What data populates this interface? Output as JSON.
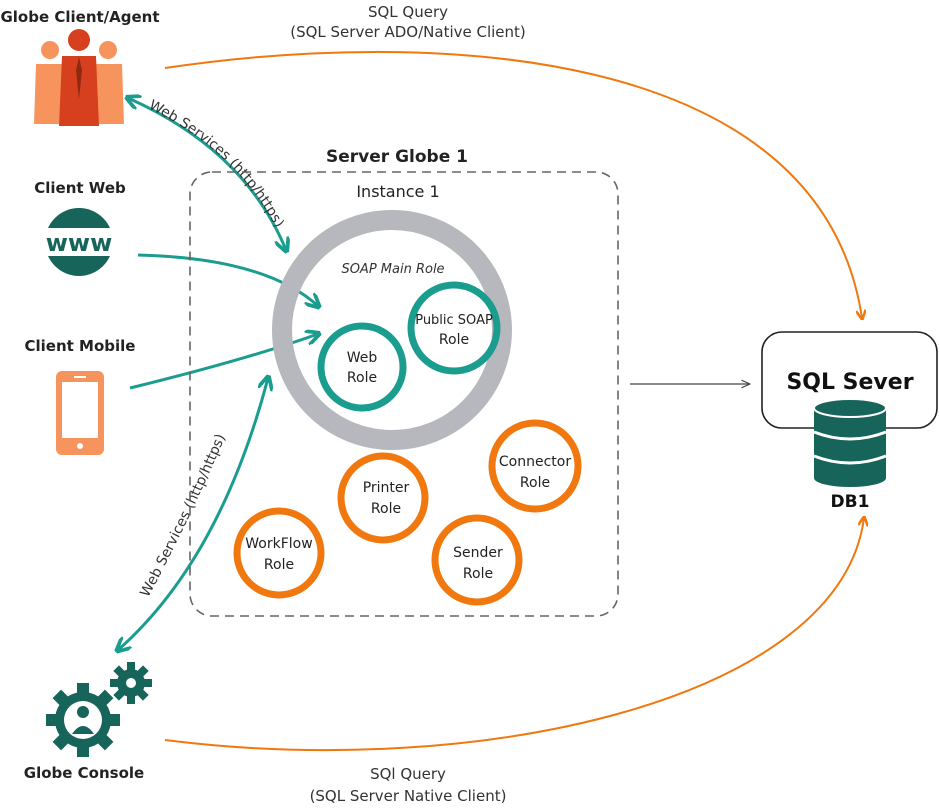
{
  "nodes": {
    "globe_client_agent": "Globe Client/Agent",
    "client_web": "Client Web",
    "client_web_icon_text": "www",
    "client_mobile": "Client Mobile",
    "globe_console": "Globe Console"
  },
  "edges": {
    "sql_query_top_line1": "SQL Query",
    "sql_query_top_line2": "(SQL Server ADO/Native Client)",
    "sql_query_bottom_line1": "SQl Query",
    "sql_query_bottom_line2": "(SQL Server Native Client)",
    "web_services_top": "Web Services (http/https)",
    "web_services_bottom": "Web Services (http/https)"
  },
  "server": {
    "title": "Server Globe 1",
    "instance": "Instance 1",
    "soap_main_role": "SOAP Main Role",
    "roles": {
      "web_l1": "Web",
      "web_l2": "Role",
      "public_soap_l1": "Public SOAP",
      "public_soap_l2": "Role",
      "connector_l1": "Connector",
      "connector_l2": "Role",
      "printer_l1": "Printer",
      "printer_l2": "Role",
      "workflow_l1": "WorkFlow",
      "workflow_l2": "Role",
      "sender_l1": "Sender",
      "sender_l2": "Role"
    }
  },
  "database": {
    "title": "SQL Sever",
    "db_label": "DB1"
  },
  "colors": {
    "teal": "#1a9d8f",
    "teal_dark": "#17645a",
    "orange": "#f0780f",
    "orange_light": "#f7945e",
    "red_person": "#d7401e",
    "gray_ring": "#b7b8bd",
    "dashed": "#666666"
  }
}
